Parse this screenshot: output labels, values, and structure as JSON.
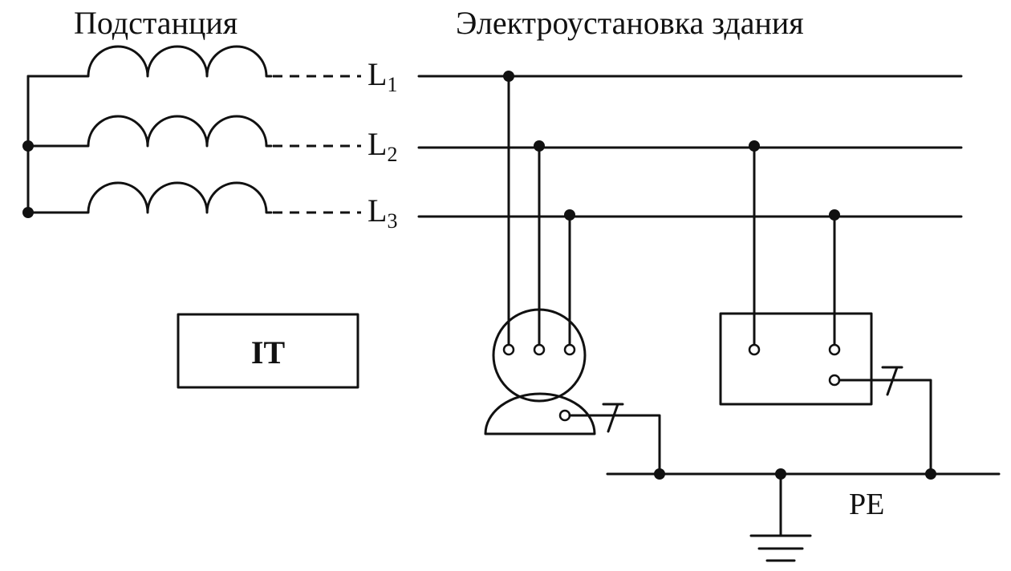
{
  "labels": {
    "substation": "Подстанция",
    "building_installation": "Электроустановка здания",
    "system_type": "IT",
    "protective_conductor": "PE"
  },
  "phases": [
    {
      "letter": "L",
      "index": "1"
    },
    {
      "letter": "L",
      "index": "2"
    },
    {
      "letter": "L",
      "index": "3"
    }
  ]
}
